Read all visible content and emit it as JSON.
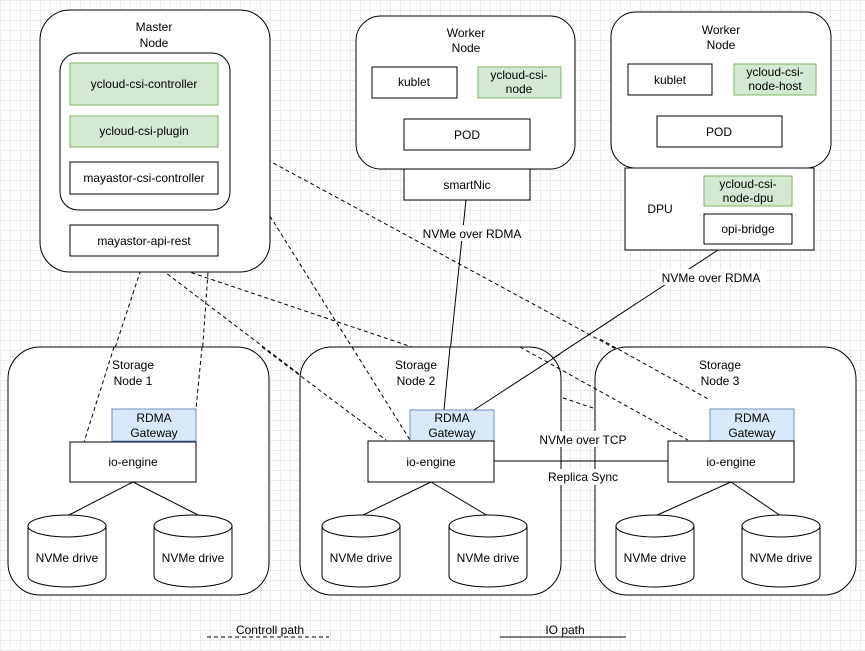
{
  "master": {
    "title_line1": "Master",
    "title_line2": "Node",
    "ycloud_csi_controller": "ycloud-csi-controller",
    "ycloud_csi_plugin": "ycloud-csi-plugin",
    "mayastor_csi_controller": "mayastor-csi-controller",
    "mayastor_api_rest": "mayastor-api-rest"
  },
  "worker1": {
    "title_line1": "Worker",
    "title_line2": "Node",
    "kublet": "kublet",
    "csi_node_line1": "ycloud-csi-",
    "csi_node_line2": "node",
    "pod": "POD",
    "smartnic": "smartNic"
  },
  "worker2": {
    "title_line1": "Worker",
    "title_line2": "Node",
    "kublet": "kublet",
    "csi_node_host_line1": "ycloud-csi-",
    "csi_node_host_line2": "node-host",
    "pod": "POD",
    "dpu": "DPU",
    "csi_node_dpu_line1": "ycloud-csi-",
    "csi_node_dpu_line2": "node-dpu",
    "opi_bridge": "opi-bridge"
  },
  "storage_nodes": [
    {
      "title_line1": "Storage",
      "title_line2": "Node 1",
      "gateway_line1": "RDMA",
      "gateway_line2": "Gateway",
      "engine": "io-engine",
      "drive_left": "NVMe drive",
      "drive_right": "NVMe drive"
    },
    {
      "title_line1": "Storage",
      "title_line2": "Node 2",
      "gateway_line1": "RDMA",
      "gateway_line2": "Gateway",
      "engine": "io-engine",
      "drive_left": "NVMe drive",
      "drive_right": "NVMe drive"
    },
    {
      "title_line1": "Storage",
      "title_line2": "Node 3",
      "gateway_line1": "RDMA",
      "gateway_line2": "Gateway",
      "engine": "io-engine",
      "drive_left": "NVMe drive",
      "drive_right": "NVMe drive"
    }
  ],
  "edge_labels": {
    "nvme_rdma_1": "NVMe over RDMA",
    "nvme_rdma_2": "NVMe over RDMA",
    "nvme_tcp": "NVMe over TCP",
    "replica_sync": "Replica Sync"
  },
  "legend": {
    "control_path": "Controll path",
    "io_path": "IO path"
  },
  "colors": {
    "csi_green": "#d5e8d4",
    "csi_green_border": "#82b366",
    "rdma_blue": "#dae8fc",
    "rdma_blue_border": "#6c8ebf",
    "stroke": "#000000"
  }
}
